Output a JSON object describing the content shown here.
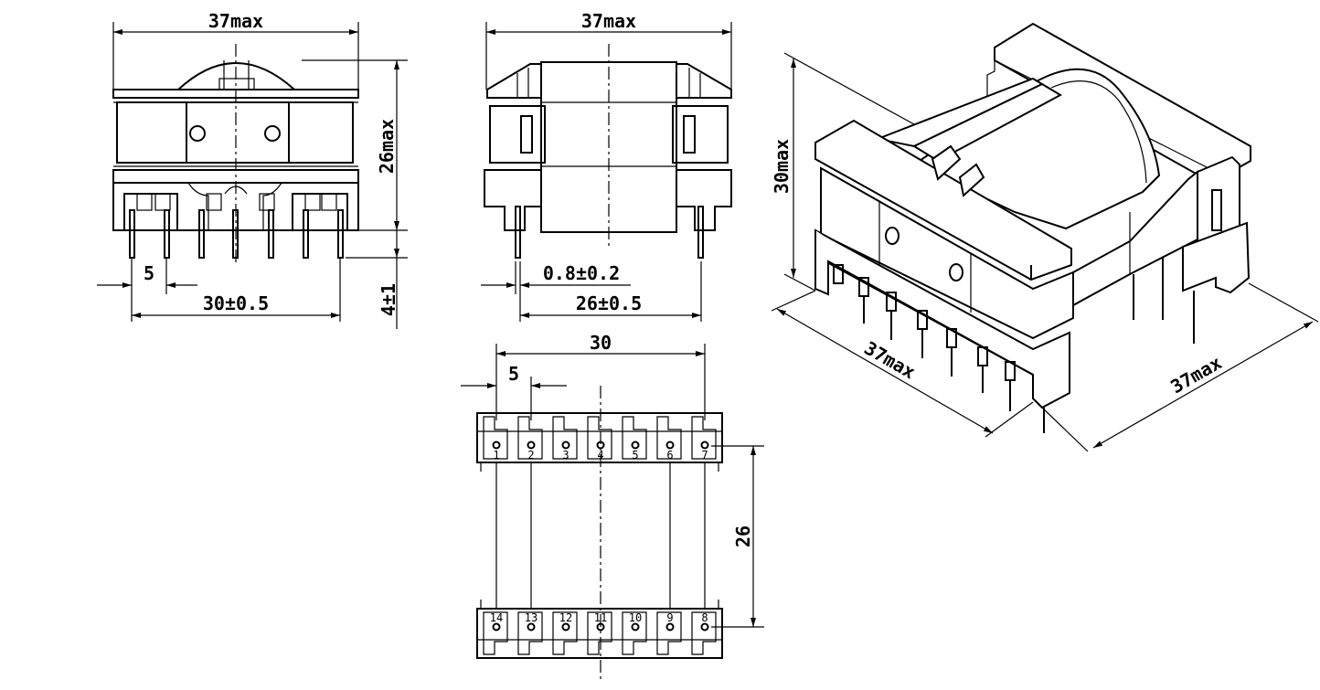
{
  "dimensions": {
    "front_width": "37max",
    "front_height": "26max",
    "front_pin_pitch": "5",
    "front_pin_span": "30±0.5",
    "front_pin_length": "4±1",
    "side_width": "37max",
    "side_pin_dia": "0.8±0.2",
    "side_row_span": "26±0.5",
    "bottom_span": "30",
    "bottom_pitch": "5",
    "bottom_row_span": "26",
    "iso_height": "30max",
    "iso_length": "37max",
    "iso_width": "37max"
  },
  "pins_top": [
    "1",
    "2",
    "3",
    "4",
    "5",
    "6",
    "7"
  ],
  "pins_bottom": [
    "14",
    "13",
    "12",
    "11",
    "10",
    "9",
    "8"
  ]
}
